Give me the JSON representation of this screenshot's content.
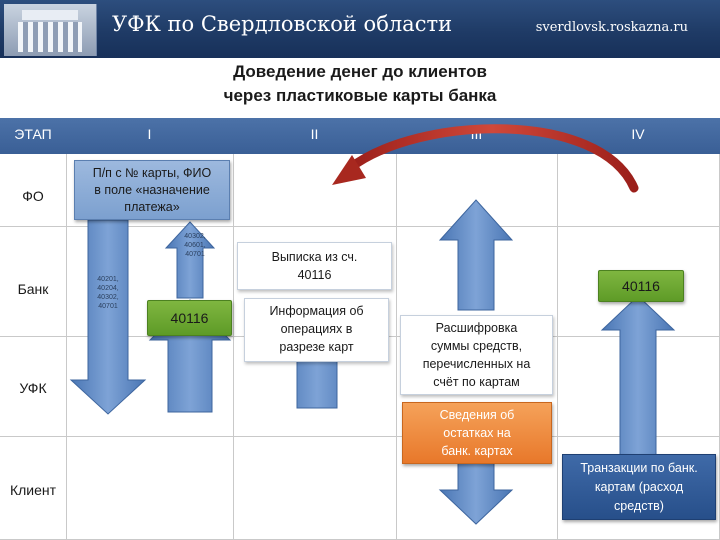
{
  "header": {
    "title": "УФК по Свердловской области",
    "site": "sverdlovsk.roskazna.ru"
  },
  "slide_title": {
    "line1": "Доведение денег до клиентов",
    "line2": "через пластиковые карты банка"
  },
  "columns": {
    "stage": "ЭТАП",
    "c1": "I",
    "c2": "II",
    "c3": "III",
    "c4": "IV"
  },
  "rows": {
    "fo": "ФО",
    "bank": "Банк",
    "ufk": "УФК",
    "client": "Клиент"
  },
  "boxes": {
    "payment_order": {
      "line1": "П/п с № карты, ФИО",
      "line2": "в поле «назначение",
      "line3": "платежа»"
    },
    "accounts_down": [
      "40201,",
      "40204,",
      "40302,",
      "40701"
    ],
    "accounts_up": [
      "40302,",
      "40601,",
      "40701"
    ],
    "acct_40116_col1": "40116",
    "statement": {
      "line1": "Выписка из сч.",
      "line2": "40116"
    },
    "operations_info": {
      "line1": "Информация об",
      "line2": "операциях в",
      "line3": "разрезе карт"
    },
    "breakdown": {
      "line1": "Расшифровка",
      "line2": "суммы средств,",
      "line3": "перечисленных на",
      "line4": "счёт по картам"
    },
    "balances": {
      "line1": "Сведения об",
      "line2": "остатках на",
      "line3": "банк. картах"
    },
    "acct_40116_col4": "40116",
    "transactions": {
      "line1": "Транзакции по банк.",
      "line2": "картам (расход",
      "line3": "средств)"
    }
  },
  "colors": {
    "header_row": "#3a5f96",
    "arrow_blue": "#5b86c2",
    "arrow_red": "#c0392b",
    "orange": "#e8782a",
    "green": "#6aa82f",
    "navy": "#274f8a"
  }
}
